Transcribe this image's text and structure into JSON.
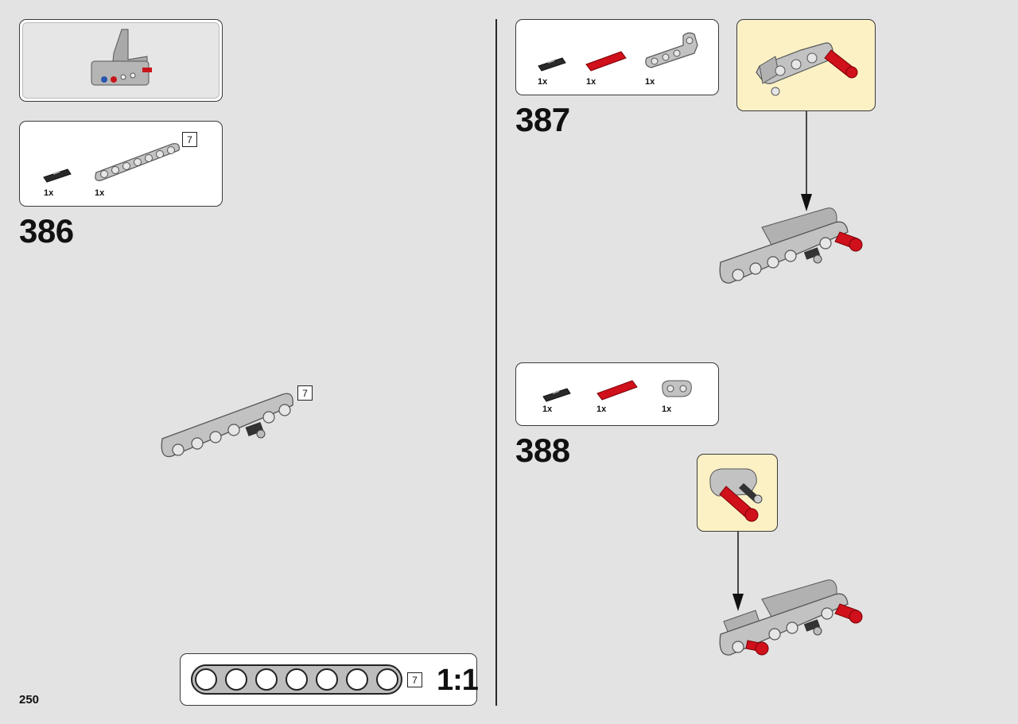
{
  "page": {
    "number": "250"
  },
  "left": {
    "step": {
      "number": "386"
    },
    "parts": [
      {
        "qty": "1x",
        "icon": "black-axle-pin-icon"
      },
      {
        "qty": "1x",
        "icon": "gray-liftarm-7-icon",
        "length": "7"
      }
    ],
    "assembly_length": "7"
  },
  "scale_ruler": {
    "length": "7",
    "label": "1:1"
  },
  "right": {
    "step_387": {
      "number": "387",
      "parts": [
        {
          "qty": "1x",
          "icon": "black-axle-pin-icon"
        },
        {
          "qty": "1x",
          "icon": "red-axle-icon"
        },
        {
          "qty": "1x",
          "icon": "gray-bent-liftarm-icon"
        }
      ]
    },
    "step_388": {
      "number": "388",
      "parts": [
        {
          "qty": "1x",
          "icon": "black-axle-pin-icon"
        },
        {
          "qty": "1x",
          "icon": "red-axle-icon"
        },
        {
          "qty": "1x",
          "icon": "gray-liftarm-2-icon"
        }
      ]
    }
  },
  "colors": {
    "background": "#e3e3e3",
    "callout": "#fbf1c5",
    "brick_gray": "#b9b9b9",
    "brick_red": "#d0101a"
  }
}
